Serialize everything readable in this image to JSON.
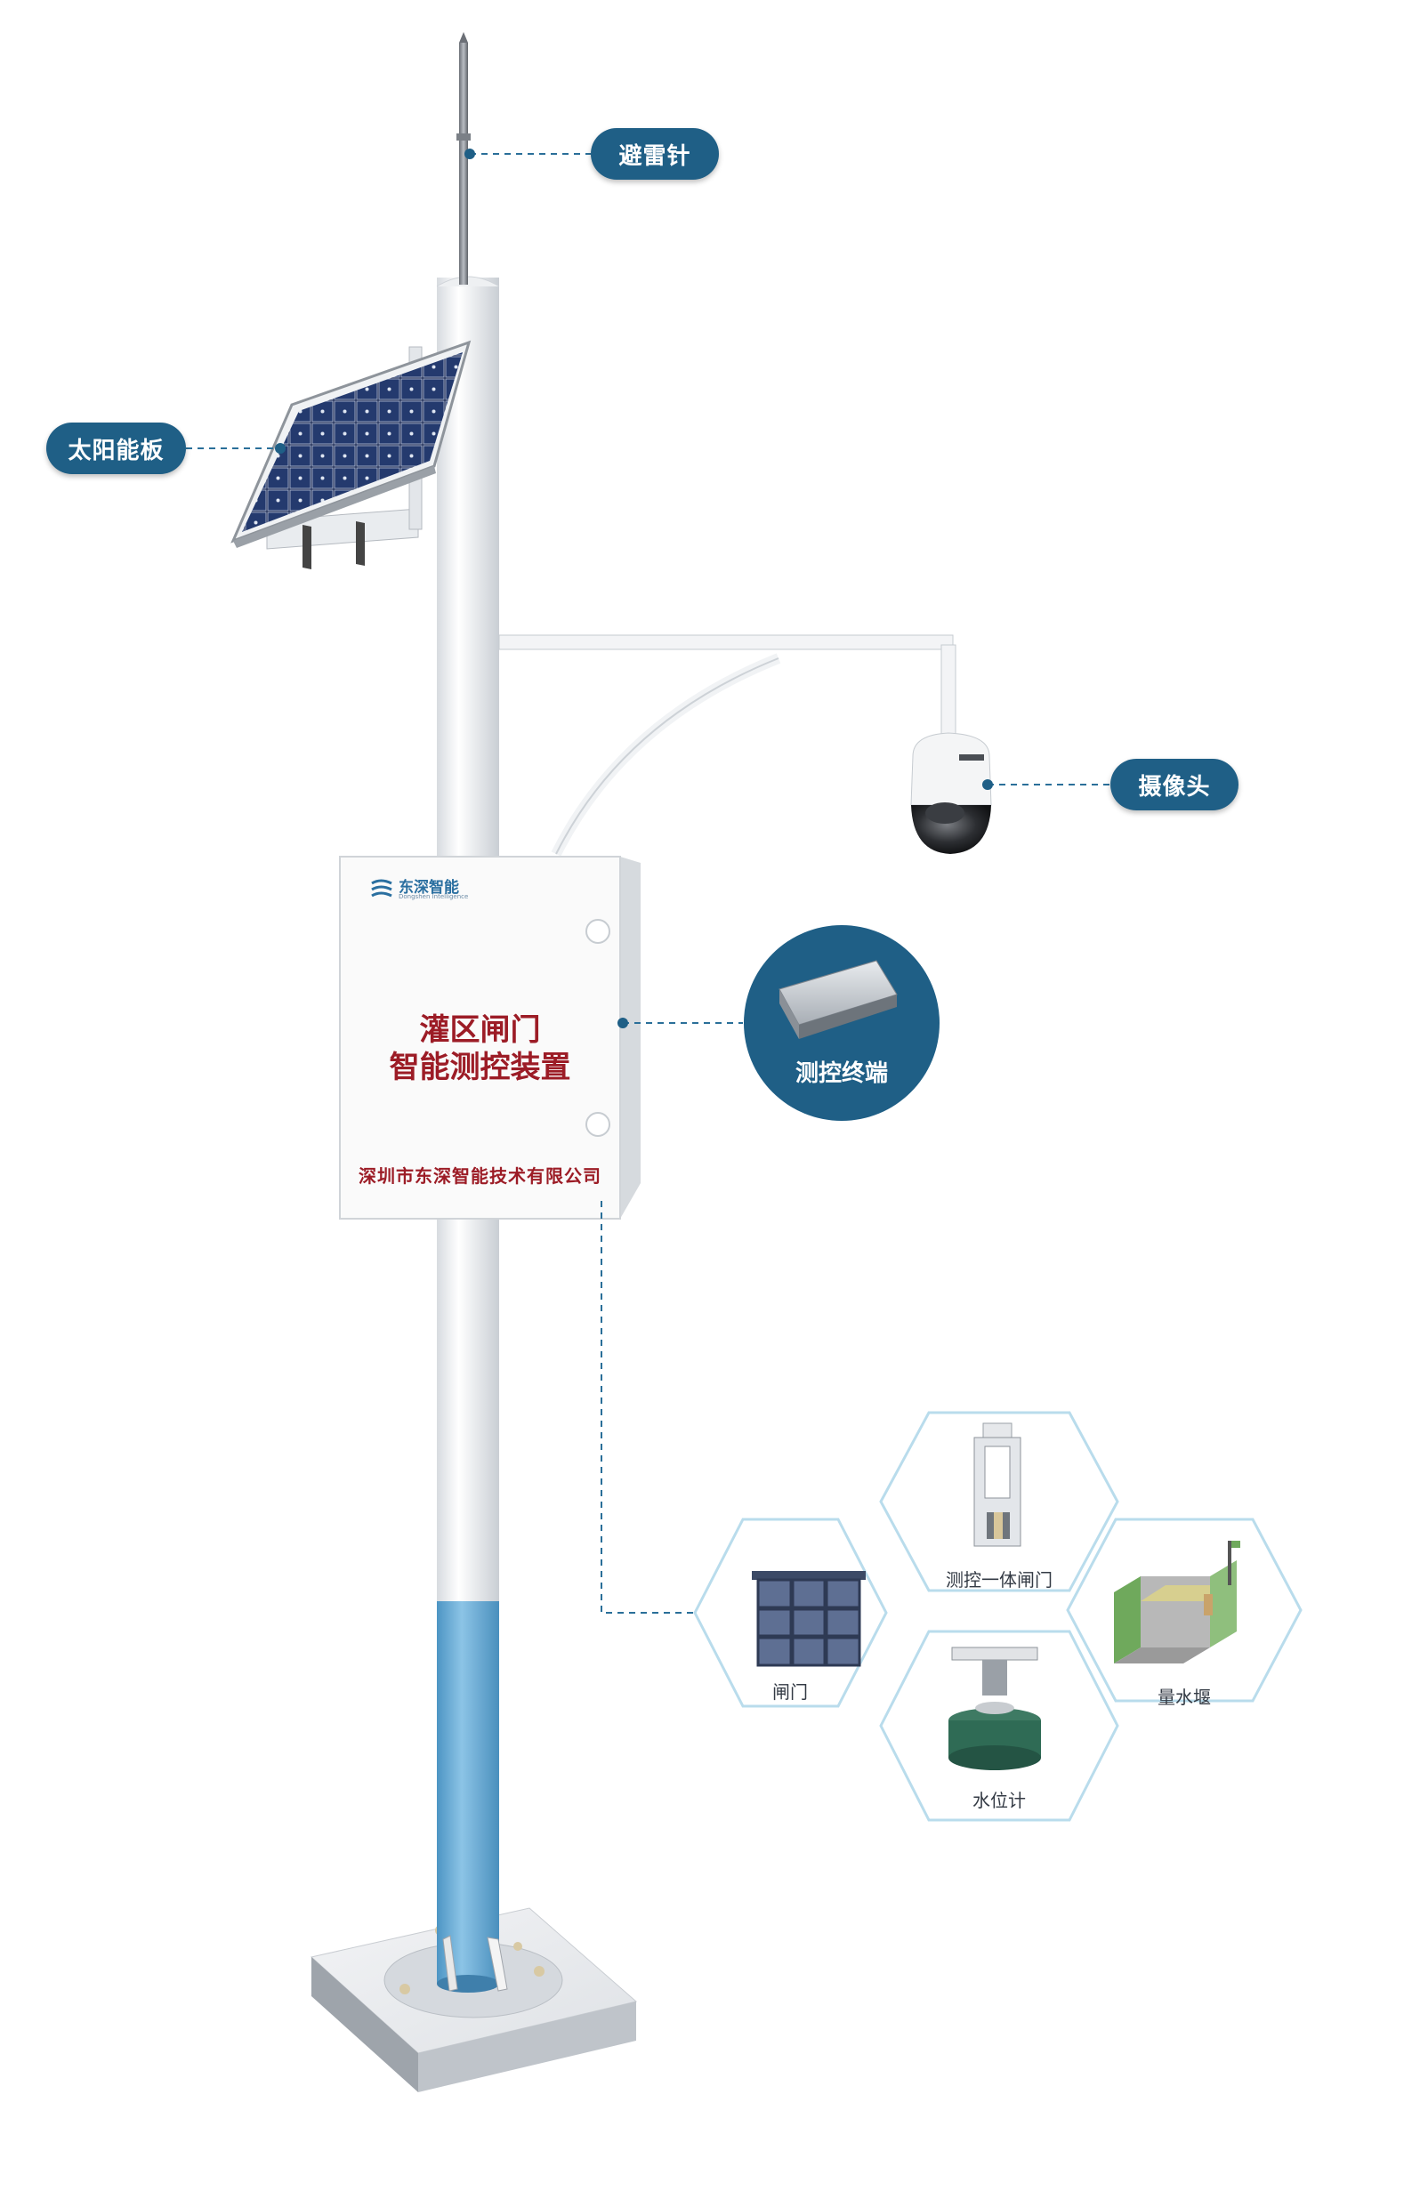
{
  "labels": {
    "lightning_rod": "避雷针",
    "solar_panel": "太阳能板",
    "camera": "摄像头",
    "terminal": "测控终端"
  },
  "cabinet": {
    "brand": "东深智能",
    "brand_sub": "Dongshen Intelligence",
    "title_line1": "灌区闸门",
    "title_line2": "智能测控装置",
    "company": "深圳市东深智能技术有限公司"
  },
  "devices": {
    "gate": "闸门",
    "integrated_gate": "测控一体闸门",
    "water_level_meter": "水位计",
    "measuring_weir": "量水堰"
  },
  "colors": {
    "pill": "#1f5f86",
    "pole_blue": "#6aaed6",
    "hex_border": "#b9dcec",
    "title_red": "#9c1c26"
  }
}
